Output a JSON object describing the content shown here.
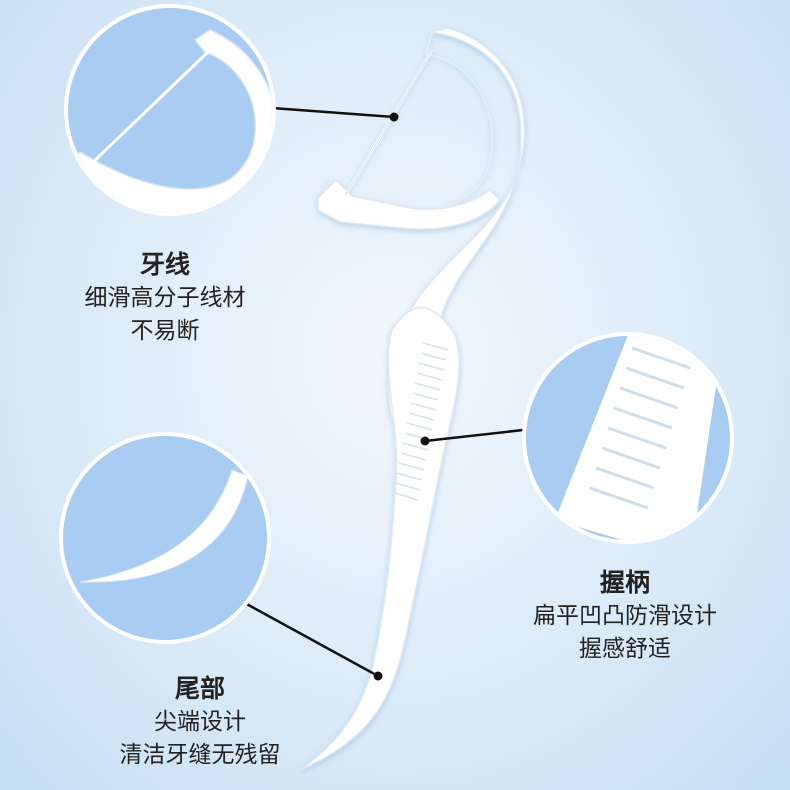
{
  "callouts": {
    "floss": {
      "title": "牙线",
      "lines": [
        "细滑高分子线材",
        "不易断"
      ]
    },
    "grip": {
      "title": "握柄",
      "lines": [
        "扁平凹凸防滑设计",
        "握感舒适"
      ]
    },
    "tail": {
      "title": "尾部",
      "lines": [
        "尖端设计",
        "清洁牙缝无残留"
      ]
    }
  },
  "colors": {
    "background": "#dcebf8",
    "circle_fill": "#a9ccf2",
    "pick_white": "#ffffff",
    "leader_line": "#111111"
  },
  "icons": [
    "floss-pick-illustration",
    "floss-detail-magnifier",
    "grip-detail-magnifier",
    "tip-detail-magnifier"
  ]
}
